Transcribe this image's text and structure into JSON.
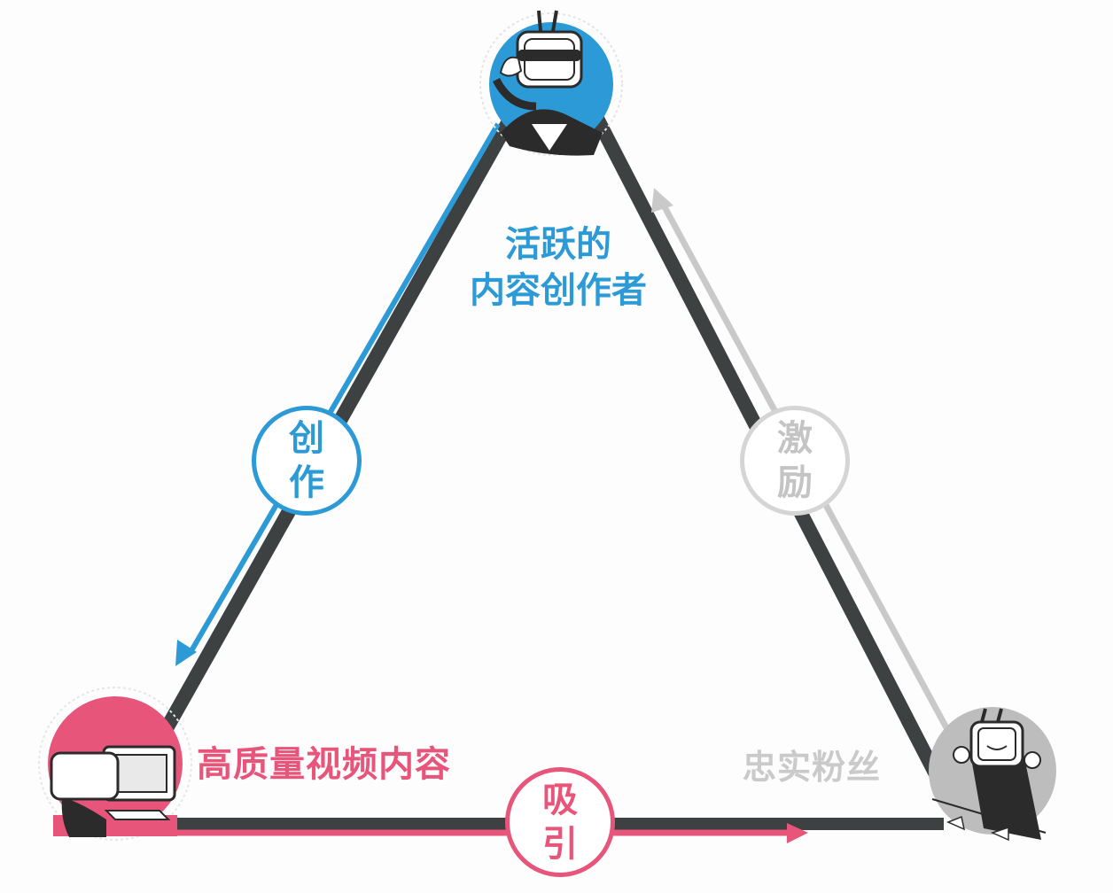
{
  "diagram": {
    "type": "cycle-triangle",
    "colors": {
      "creator": "#2B9AD6",
      "content": "#E8557A",
      "fans": "#BDBDBD",
      "edge": "#3D4142",
      "background": "#FDFDFD"
    },
    "nodes": {
      "top": {
        "label_line1": "活跃的",
        "label_line2": "内容创作者",
        "icon": "sunglasses-tv-mascot-icon"
      },
      "bottom_left": {
        "label": "高质量视频内容",
        "icon": "tv-mascot-at-computer-icon"
      },
      "bottom_right": {
        "label": "忠实粉丝",
        "icon": "happy-tv-mascot-icon"
      }
    },
    "edges": {
      "left": {
        "label_line1": "创",
        "label_line2": "作",
        "from": "活跃的内容创作者",
        "to": "高质量视频内容"
      },
      "bottom": {
        "label_line1": "吸",
        "label_line2": "引",
        "from": "高质量视频内容",
        "to": "忠实粉丝"
      },
      "right": {
        "label_line1": "激",
        "label_line2": "励",
        "from": "忠实粉丝",
        "to": "活跃的内容创作者"
      }
    }
  }
}
